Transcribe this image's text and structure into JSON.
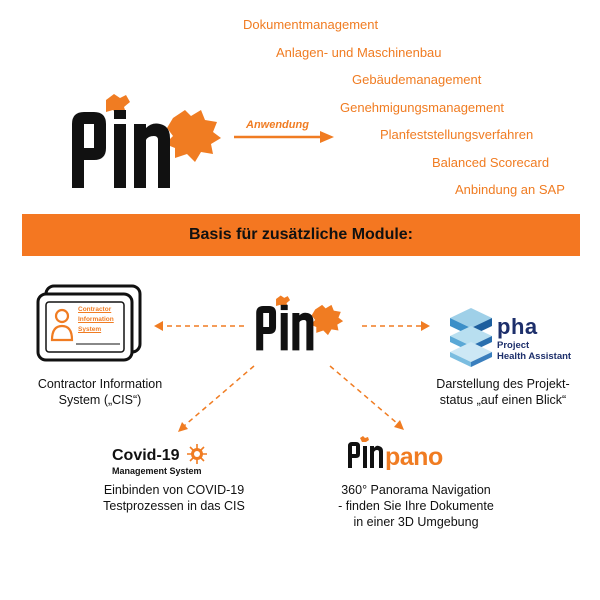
{
  "applications": [
    "Dokumentmanagement",
    "Anlagen- und Maschinenbau",
    "Gebäudemanagement",
    "Genehmigungsmanagement",
    "Planfeststellungsverfahren",
    "Balanced Scorecard",
    "Anbindung an SAP"
  ],
  "arrow_label": "Anwendung",
  "banner": "Basis für zusätzliche Module:",
  "modules": {
    "cis": {
      "card_lines": [
        "Contractor",
        "Information",
        "System"
      ],
      "caption_line1": "Contractor Information",
      "caption_line2": "System („CIS“)"
    },
    "pha": {
      "logo_text": "pha",
      "logo_sub1": "Project",
      "logo_sub2": "Health Assistant",
      "caption_line1": "Darstellung des Projekt-",
      "caption_line2": "status „auf einen Blick“"
    },
    "covid": {
      "logo_title": "Covid-19",
      "logo_sub": "Management System",
      "caption_line1": "Einbinden von COVID-19",
      "caption_line2": "Testprozessen in das CIS"
    },
    "pano": {
      "logo_text": "pano",
      "caption_line1": "360° Panorama Navigation",
      "caption_line2": "- finden Sie Ihre Dokumente",
      "caption_line3": "in einer 3D Umgebung"
    }
  },
  "colors": {
    "accent": "#f47721",
    "dark": "#111111",
    "navy": "#1d2f6b"
  },
  "icons": [
    "pin-logo",
    "pin-logo-small",
    "id-card-icon",
    "pha-cube-icon",
    "virus-icon",
    "pinpano-logo"
  ]
}
